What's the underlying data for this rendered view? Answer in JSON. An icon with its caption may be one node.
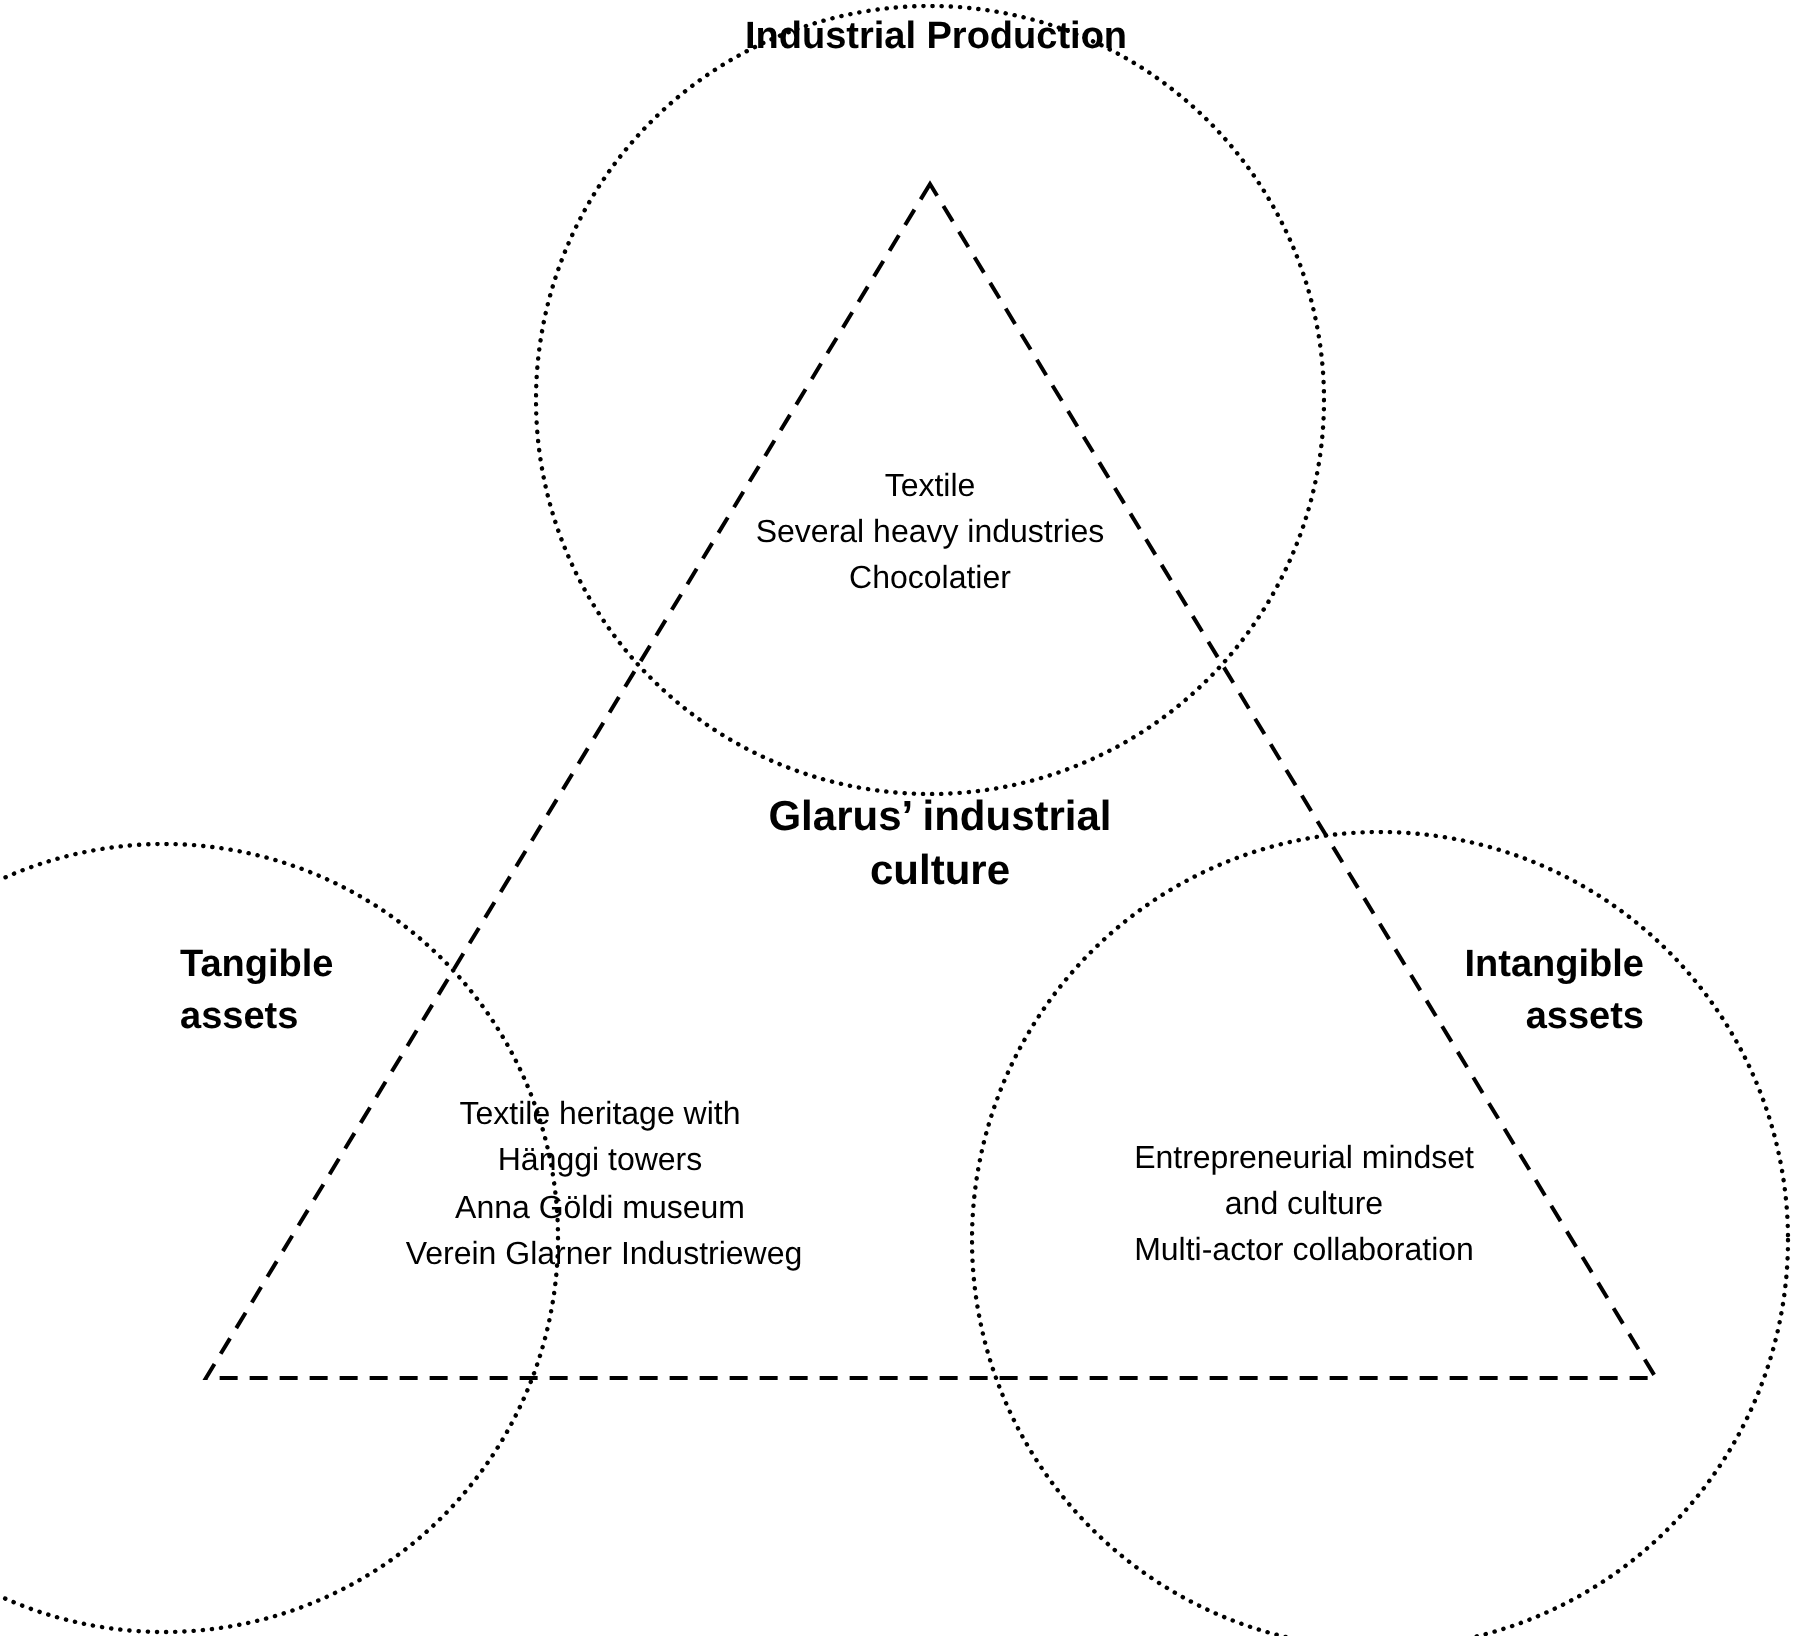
{
  "diagram": {
    "nodes": [
      {
        "text": [
          "Industrial Production",
          "Textile",
          "Several heavy industries",
          "Chocolatier"
        ]
      },
      {
        "text": [
          "Tangible assets",
          "Textile heritage with Hänggi towers",
          "Anna Göldi museum",
          "Verein Glarner Industrieweg"
        ]
      },
      {
        "text": [
          "Intangible assets",
          "Entrepreneurial mindset and culture",
          "Multi-actor collaboration"
        ]
      }
    ],
    "edges": [],
    "labels": [
      "Glarus’ industrial culture"
    ]
  }
}
